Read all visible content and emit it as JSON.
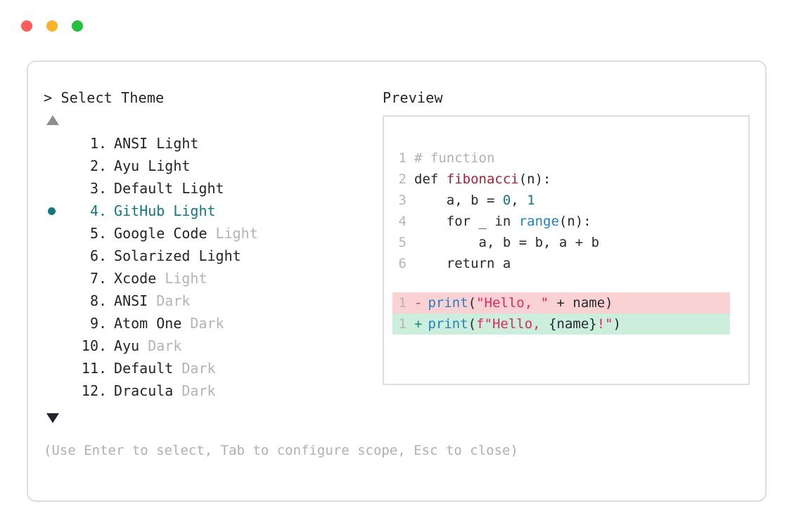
{
  "window": {
    "dots": [
      {
        "name": "close",
        "color": "#f95e5a"
      },
      {
        "name": "minimize",
        "color": "#f7b32b"
      },
      {
        "name": "maximize",
        "color": "#23bf3e"
      }
    ]
  },
  "prompt": {
    "title": "> Select Theme",
    "scroll_up": "▲",
    "scroll_down": "▼",
    "hint": "(Use Enter to select, Tab to configure scope, Esc to close)"
  },
  "theme_list": {
    "selected_index": 4,
    "selected_bullet": "●",
    "separator": ".",
    "items": [
      {
        "index": "1",
        "name": "ANSI",
        "variant": "Light",
        "variant_muted": false,
        "selected": false
      },
      {
        "index": "2",
        "name": "Ayu",
        "variant": "Light",
        "variant_muted": false,
        "selected": false
      },
      {
        "index": "3",
        "name": "Default",
        "variant": "Light",
        "variant_muted": false,
        "selected": false
      },
      {
        "index": "4",
        "name": "GitHub",
        "variant": "Light",
        "variant_muted": false,
        "selected": true
      },
      {
        "index": "5",
        "name": "Google Code",
        "variant": "Light",
        "variant_muted": true,
        "selected": false
      },
      {
        "index": "6",
        "name": "Solarized",
        "variant": "Light",
        "variant_muted": false,
        "selected": false
      },
      {
        "index": "7",
        "name": "Xcode",
        "variant": "Light",
        "variant_muted": true,
        "selected": false
      },
      {
        "index": "8",
        "name": "ANSI",
        "variant": "Dark",
        "variant_muted": true,
        "selected": false
      },
      {
        "index": "9",
        "name": "Atom One",
        "variant": "Dark",
        "variant_muted": true,
        "selected": false
      },
      {
        "index": "10",
        "name": "Ayu",
        "variant": "Dark",
        "variant_muted": true,
        "selected": false
      },
      {
        "index": "11",
        "name": "Default",
        "variant": "Dark",
        "variant_muted": true,
        "selected": false
      },
      {
        "index": "12",
        "name": "Dracula",
        "variant": "Dark",
        "variant_muted": true,
        "selected": false
      }
    ]
  },
  "preview": {
    "title": "Preview",
    "code_lines": [
      {
        "no": "1",
        "tokens": [
          {
            "t": "# function",
            "c": "comment"
          }
        ]
      },
      {
        "no": "2",
        "tokens": [
          {
            "t": "def ",
            "c": "kw"
          },
          {
            "t": "fibonacci",
            "c": "fn"
          },
          {
            "t": "(n):",
            "c": "plain"
          }
        ]
      },
      {
        "no": "3",
        "tokens": [
          {
            "t": "    a, b = ",
            "c": "plain"
          },
          {
            "t": "0",
            "c": "num"
          },
          {
            "t": ", ",
            "c": "plain"
          },
          {
            "t": "1",
            "c": "num"
          }
        ]
      },
      {
        "no": "4",
        "tokens": [
          {
            "t": "    for _ in ",
            "c": "plain"
          },
          {
            "t": "range",
            "c": "builtin"
          },
          {
            "t": "(n):",
            "c": "plain"
          }
        ]
      },
      {
        "no": "5",
        "tokens": [
          {
            "t": "        a, b = b, a + b",
            "c": "plain"
          }
        ]
      },
      {
        "no": "6",
        "tokens": [
          {
            "t": "    return a",
            "c": "plain"
          }
        ]
      }
    ],
    "diff_lines": [
      {
        "no": "1",
        "kind": "del",
        "sign": "-",
        "tokens": [
          {
            "t": "print",
            "c": "builtin"
          },
          {
            "t": "(",
            "c": "plain"
          },
          {
            "t": "\"Hello, \"",
            "c": "str"
          },
          {
            "t": " + name)",
            "c": "plain"
          }
        ]
      },
      {
        "no": "1",
        "kind": "ins",
        "sign": "+",
        "tokens": [
          {
            "t": "print",
            "c": "builtin"
          },
          {
            "t": "(",
            "c": "plain"
          },
          {
            "t": "f\"Hello, ",
            "c": "str"
          },
          {
            "t": "{name}",
            "c": "plain"
          },
          {
            "t": "!\"",
            "c": "str"
          },
          {
            "t": ")",
            "c": "plain"
          }
        ]
      }
    ]
  },
  "colors": {
    "accent_teal": "#11797d",
    "diff_del_bg": "#fbd2d4",
    "diff_ins_bg": "#cdeedd",
    "muted": "#b4b4b4"
  }
}
